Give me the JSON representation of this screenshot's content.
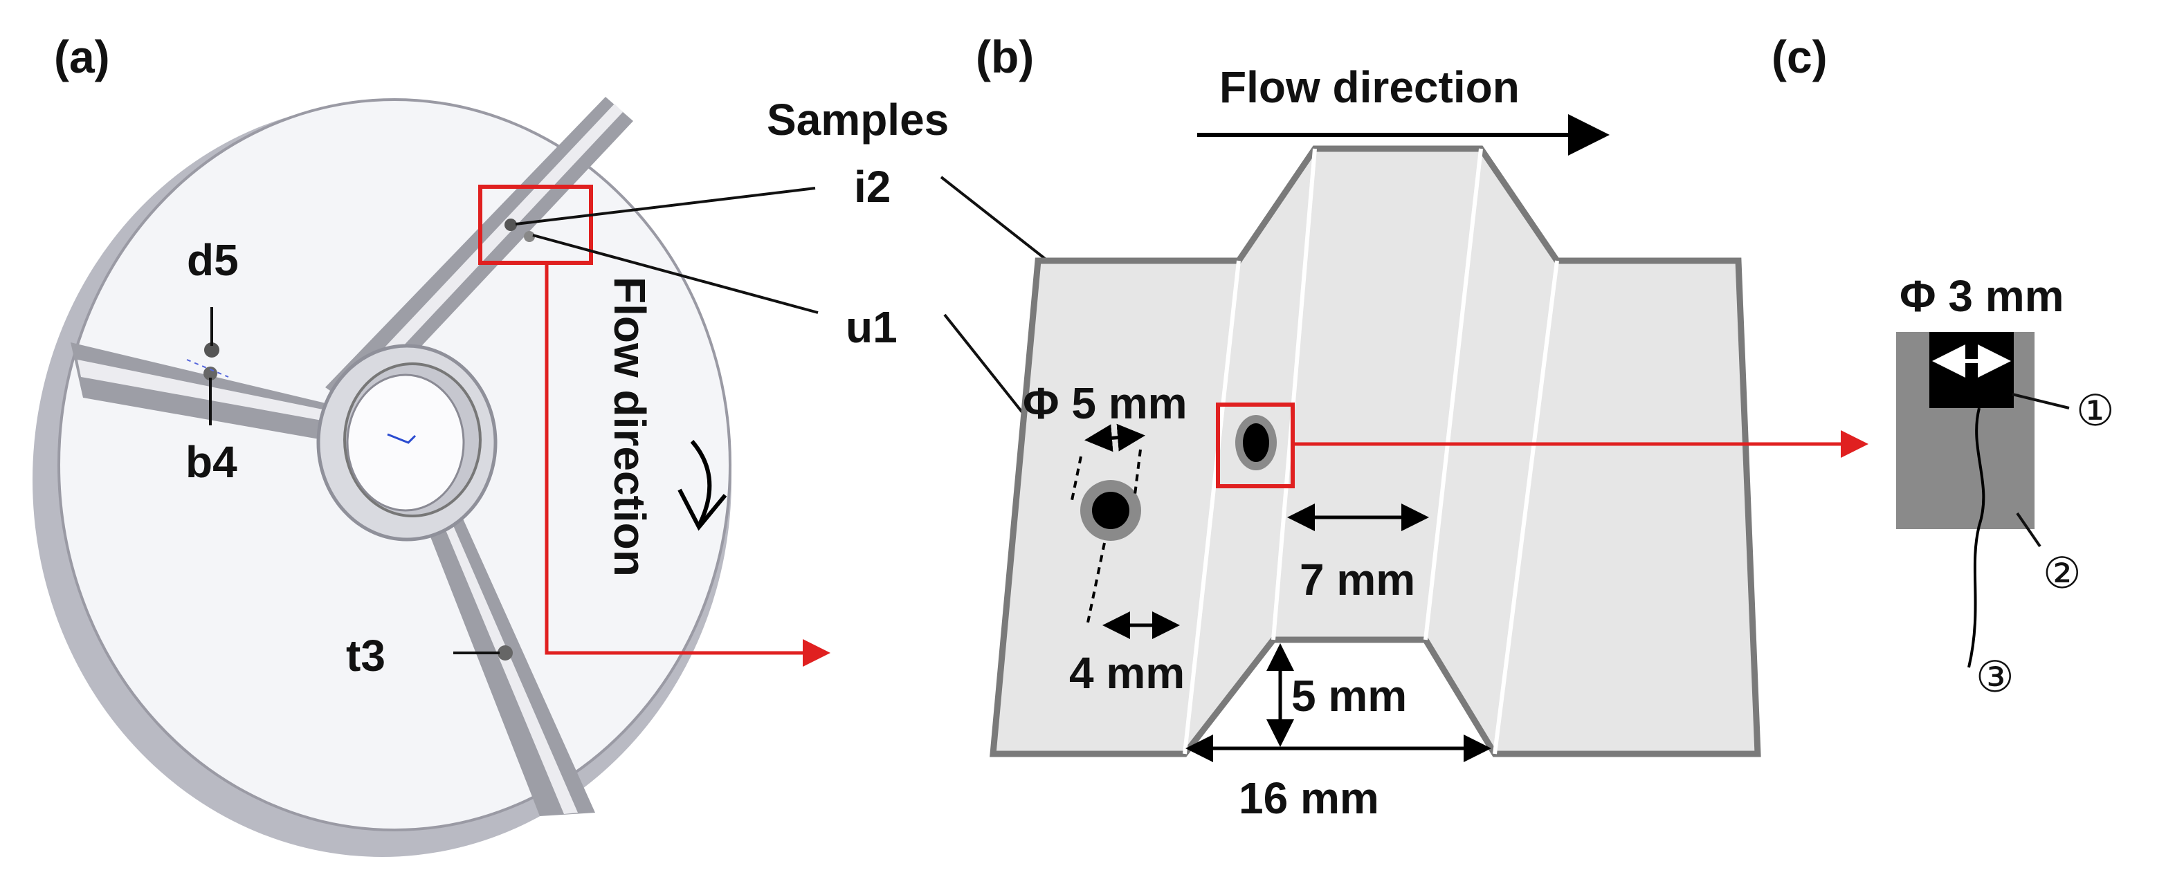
{
  "panels": {
    "a": "(a)",
    "b": "(b)",
    "c": "(c)"
  },
  "panel_a": {
    "flow_direction": "Flow direction",
    "points": {
      "d5": "d5",
      "b4": "b4",
      "t3": "t3"
    }
  },
  "callouts": {
    "samples": "Samples",
    "i2": "i2",
    "u1": "u1"
  },
  "panel_b": {
    "flow_direction": "Flow direction",
    "dims": {
      "phi5": "Φ 5 mm",
      "four": "4 mm",
      "seven": "7 mm",
      "five": "5 mm",
      "sixteen": "16 mm"
    }
  },
  "panel_c": {
    "phi3": "Φ 3 mm",
    "markers": {
      "m1": "①",
      "m2": "②",
      "m3": "③"
    }
  },
  "colors": {
    "highlight": "#e02020",
    "plate": "#e6e6e6",
    "plate_edge": "#7a7a7a",
    "disk_face": "#f4f5f8",
    "disk_edge": "#9a9aa4"
  }
}
